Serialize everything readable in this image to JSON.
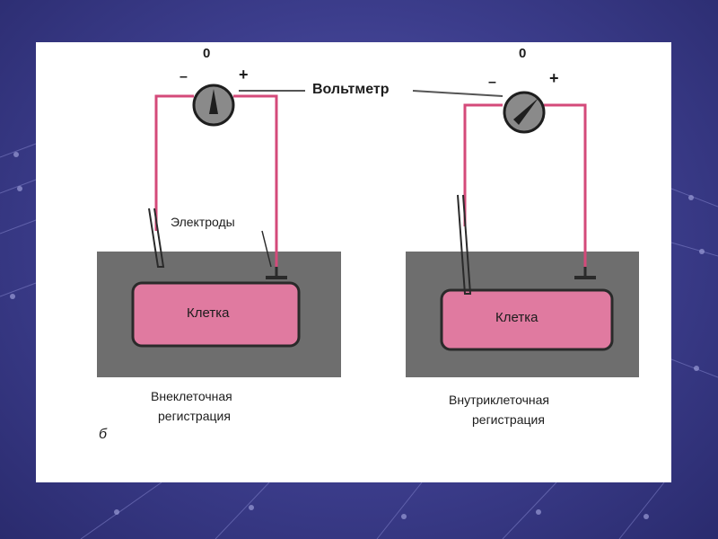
{
  "diagram": {
    "voltmeter_label": "Вольтметр",
    "electrodes_label": "Электроды",
    "zero_mark": "0",
    "minus_mark": "–",
    "plus_mark": "+",
    "left": {
      "cell_label": "Клетка",
      "caption_line1": "Внеклеточная",
      "caption_line2": "регистрация"
    },
    "right": {
      "cell_label": "Клетка",
      "caption_line1": "Внутриклеточная",
      "caption_line2": "регистрация"
    },
    "figure_letter": "б"
  },
  "colors": {
    "background": "#3c3d8c",
    "wire": "#d44a7a",
    "cell_fill": "#e07aa0",
    "tissue": "#6e6e6e",
    "meter": "#8a8a8a"
  }
}
